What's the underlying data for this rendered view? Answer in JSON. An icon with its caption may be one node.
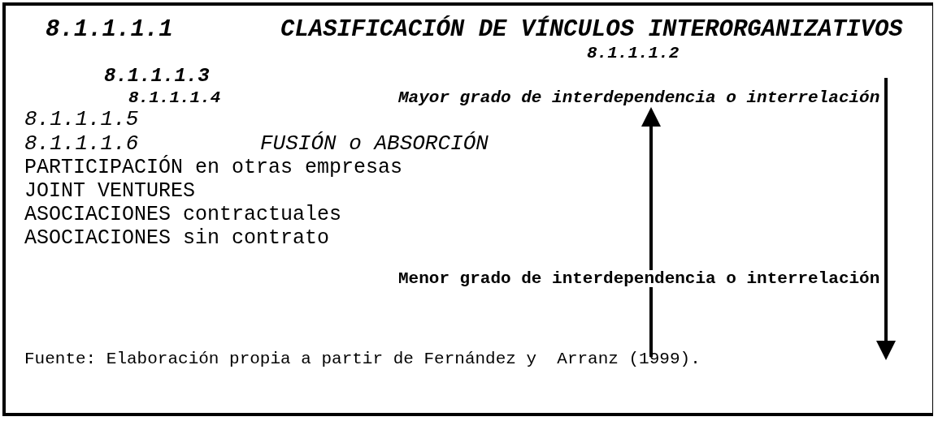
{
  "diagram": {
    "title": "CLASIFICACIÓN DE VÍNCULOS INTERORGANIZATIVOS",
    "caption": "Fuente: Elaboración propia a partir de Fernández y  Arranz (1999).",
    "labels": [
      "8.1.1.1.1",
      "8.1.1.1.2",
      "8.1.1.1.3",
      "8.1.1.1.4",
      "Mayor grado de interdependencia o interrelación",
      "8.1.1.1.5",
      "8.1.1.1.6",
      "FUSIÓN o ABSORCIÓN",
      "PARTICIPACIÓN en otras empresas",
      "JOINT VENTURES",
      "ASOCIACIONES contractuales",
      "ASOCIACIONES sin contrato",
      "Menor grado de interdependencia o interrelación"
    ]
  }
}
